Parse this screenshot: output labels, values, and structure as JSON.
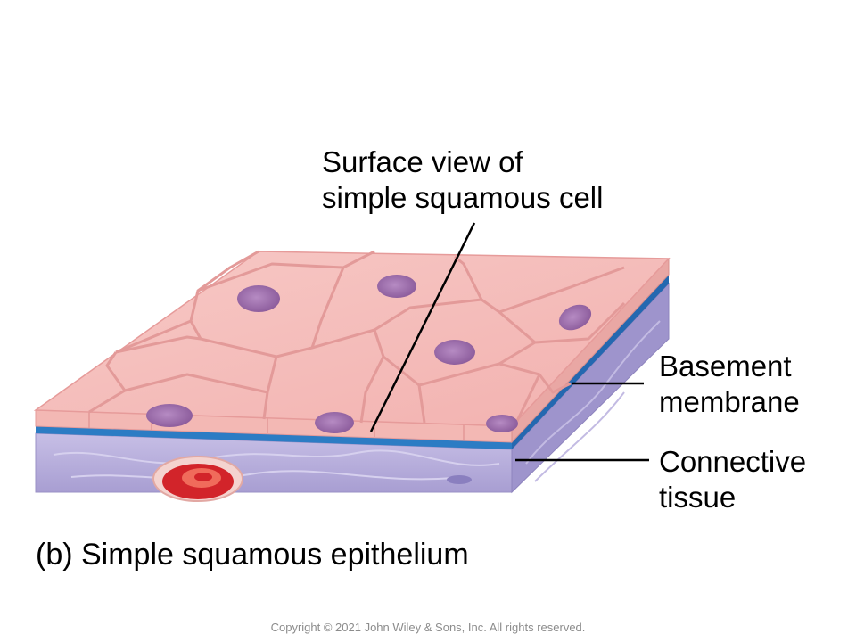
{
  "labels": {
    "surface_view": [
      "Surface view of",
      "simple squamous cell"
    ],
    "basement_membrane": [
      "Basement",
      "membrane"
    ],
    "connective_tissue": [
      "Connective",
      "tissue"
    ]
  },
  "caption": "(b) Simple squamous epithelium",
  "copyright": "Copyright © 2021 John Wiley & Sons, Inc. All rights reserved.",
  "colors": {
    "cell_fill": "#f4b9b6",
    "cell_outline": "#e69b9a",
    "nucleus": "#9a6aa7",
    "basement_membrane": "#2c7cc4",
    "connective_tissue": "#b7aedc",
    "blood_vessel": "#d2242a"
  }
}
